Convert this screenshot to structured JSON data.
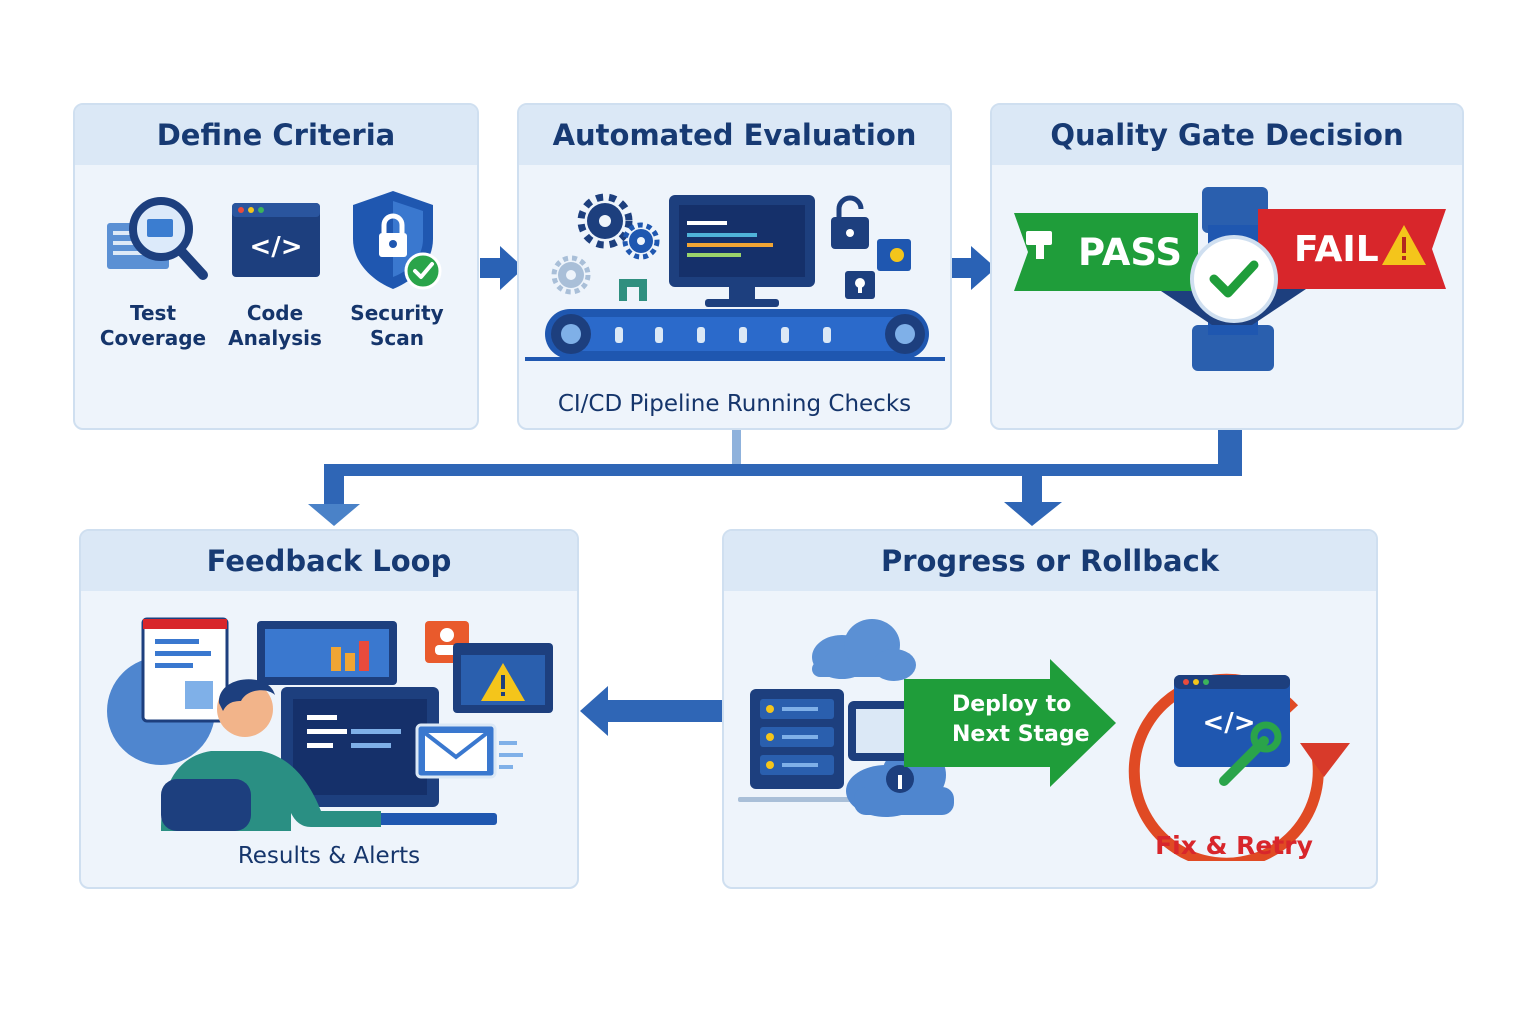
{
  "panels": {
    "define": {
      "title": "Define Criteria",
      "items": [
        {
          "label_line1": "Test",
          "label_line2": "Coverage",
          "icon": "magnifier-document-icon"
        },
        {
          "label_line1": "Code",
          "label_line2": "Analysis",
          "icon": "code-window-icon"
        },
        {
          "label_line1": "Security",
          "label_line2": "Scan",
          "icon": "shield-lock-icon"
        }
      ]
    },
    "evaluation": {
      "title": "Automated Evaluation",
      "caption": "CI/CD Pipeline Running Checks"
    },
    "gate": {
      "title": "Quality Gate Decision",
      "pass_label": "PASS",
      "fail_label": "FAIL"
    },
    "feedback": {
      "title": "Feedback Loop",
      "caption": "Results & Alerts"
    },
    "progress": {
      "title": "Progress or Rollback",
      "deploy_line1": "Deploy to",
      "deploy_line2": "Next Stage",
      "fix_label": "Fix & Retry"
    }
  },
  "colors": {
    "navy": "#173a73",
    "blue": "#2f6cc0",
    "pass_green": "#1f9d3a",
    "fail_red": "#d8262b",
    "warning_yellow": "#f4c51b",
    "fix_red": "#d83a2a"
  }
}
